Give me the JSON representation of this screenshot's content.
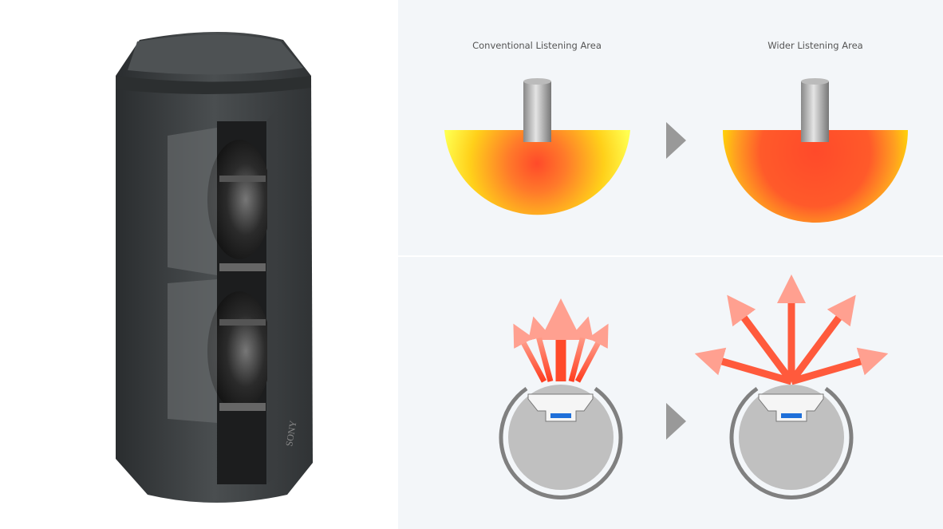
{
  "top": {
    "conventional_label": "Conventional Listening Area",
    "wider_label": "Wider Listening Area"
  },
  "product": {
    "brand_mark": "SONY"
  },
  "colors": {
    "panel_bg": "#f3f6f9",
    "heat_hot": "#ff5533",
    "heat_cool": "#ffff44",
    "arrow": "#ff5a3c",
    "driver_blue": "#1e6fd9"
  }
}
